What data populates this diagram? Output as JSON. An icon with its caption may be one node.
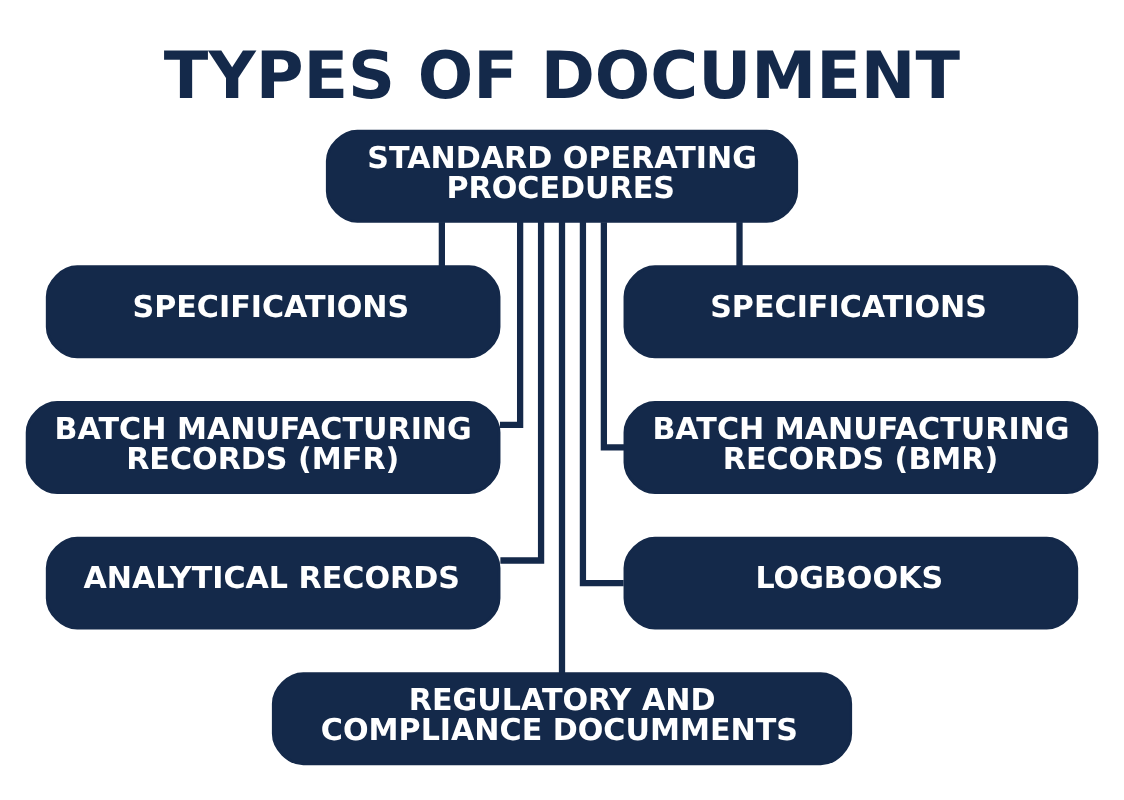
{
  "diagram": {
    "title": "TYPES OF DOCUMENT",
    "nodes": [
      {
        "text": [
          "STANDARD OPERATING PROCEDURES"
        ]
      },
      {
        "text": [
          "SPECIFICATIONS"
        ]
      },
      {
        "text": [
          "SPECIFICATIONS"
        ]
      },
      {
        "text": [
          "BATCH MANUFACTURING RECORDS (MFR)"
        ]
      },
      {
        "text": [
          "BATCH MANUFACTURING RECORDS (BMR)"
        ]
      },
      {
        "text": [
          "ANALYTICAL RECORDS"
        ]
      },
      {
        "text": [
          "LOGBOOKS"
        ]
      },
      {
        "text": [
          "REGULATORY AND COMPLIANCE DOCUMMENTS"
        ]
      }
    ],
    "edges": [
      {
        "from": 0,
        "to": 1,
        "arrow": "none"
      },
      {
        "from": 0,
        "to": 2,
        "arrow": "none"
      },
      {
        "from": 0,
        "to": 3,
        "arrow": "none"
      },
      {
        "from": 0,
        "to": 4,
        "arrow": "none"
      },
      {
        "from": 0,
        "to": 5,
        "arrow": "none"
      },
      {
        "from": 0,
        "to": 6,
        "arrow": "none"
      },
      {
        "from": 0,
        "to": 7,
        "arrow": "none"
      }
    ]
  }
}
